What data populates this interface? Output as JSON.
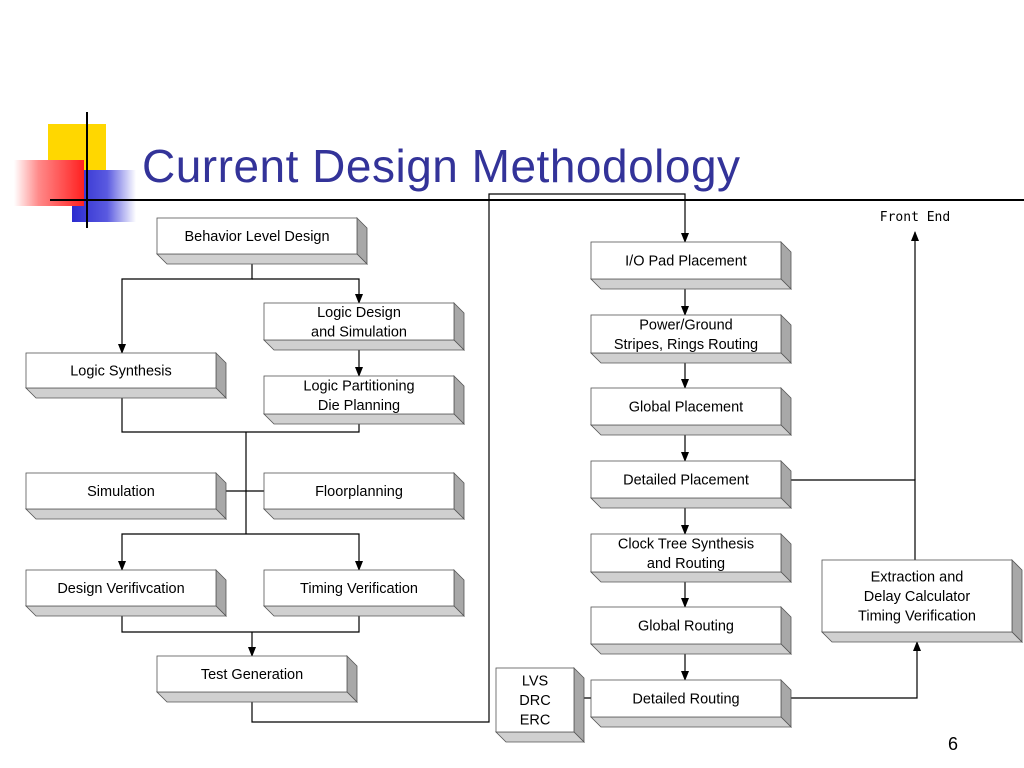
{
  "slide": {
    "title": "Current Design Methodology",
    "page_number": "6"
  },
  "diagram": {
    "nodes": [
      {
        "id": "behavior",
        "lines": [
          "Behavior Level Design"
        ]
      },
      {
        "id": "logic-design",
        "lines": [
          "Logic Design",
          "and Simulation"
        ]
      },
      {
        "id": "logic-synthesis",
        "lines": [
          "Logic Synthesis"
        ]
      },
      {
        "id": "logic-partitioning",
        "lines": [
          "Logic Partitioning",
          "Die Planning"
        ]
      },
      {
        "id": "simulation",
        "lines": [
          "Simulation"
        ]
      },
      {
        "id": "floorplanning",
        "lines": [
          "Floorplanning"
        ]
      },
      {
        "id": "design-verification",
        "lines": [
          "Design Verifivcation"
        ]
      },
      {
        "id": "timing-verification",
        "lines": [
          "Timing Verification"
        ]
      },
      {
        "id": "test-generation",
        "lines": [
          "Test Generation"
        ]
      },
      {
        "id": "io-pad",
        "lines": [
          "I/O Pad Placement"
        ]
      },
      {
        "id": "power-ground",
        "lines": [
          "Power/Ground",
          "Stripes, Rings Routing"
        ]
      },
      {
        "id": "global-placement",
        "lines": [
          "Global Placement"
        ]
      },
      {
        "id": "detailed-placement",
        "lines": [
          "Detailed Placement"
        ]
      },
      {
        "id": "clock-tree",
        "lines": [
          "Clock Tree Synthesis",
          "and Routing"
        ]
      },
      {
        "id": "global-routing",
        "lines": [
          "Global Routing"
        ]
      },
      {
        "id": "detailed-routing",
        "lines": [
          "Detailed Routing"
        ]
      },
      {
        "id": "lvs",
        "lines": [
          "LVS",
          "DRC",
          "ERC"
        ]
      },
      {
        "id": "extraction",
        "lines": [
          "Extraction and",
          "Delay Calculator",
          "Timing Verification"
        ]
      }
    ],
    "annotations": {
      "front_end": "Front End"
    }
  }
}
